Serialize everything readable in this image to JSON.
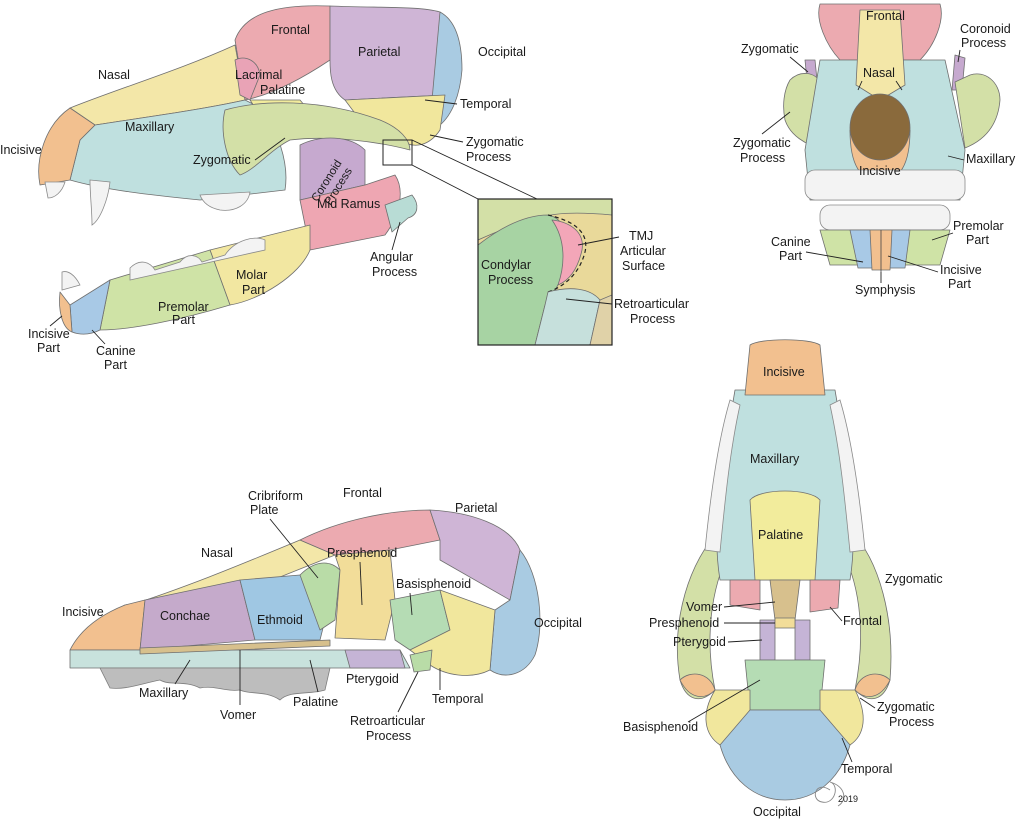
{
  "palette": {
    "incisive": "#f2c08f",
    "maxillary": "#bfe0df",
    "nasal": "#f3e7a8",
    "frontal": "#ecaab0",
    "parietal": "#cfb5d6",
    "occipital": "#a9cbe2",
    "temporal": "#f1e79d",
    "zygomatic": "#d3e0a7",
    "lacrimal": "#e9a3b6",
    "palatine": "#f2ec9c",
    "coronoid": "#c6a9cf",
    "mid_ramus": "#eea6b2",
    "angular": "#b8dcd5",
    "molar_part": "#f2e7a1",
    "premolar_part": "#cfe3a6",
    "canine_part": "#a8c9e6",
    "condylar": "#a7d3a3",
    "tmj": "#f3a6b8",
    "retroarticular": "#c6e0dc",
    "conchae": "#c5aacb",
    "ethmoid": "#9fc7e3",
    "presphenoid": "#f2dd99",
    "basisphenoid": "#b5dcb4",
    "pterygoid": "#c5b4d6",
    "vomer": "#d7c08d",
    "cribriform": "#b9dca7",
    "teeth": "#f3f3f3",
    "bone_grey": "#bdbdbd"
  },
  "lateral": {
    "nasal": "Nasal",
    "frontal": "Frontal",
    "parietal": "Parietal",
    "occipital": "Occipital",
    "lacrimal": "Lacrimal",
    "palatine": "Palatine",
    "temporal": "Temporal",
    "incisive": "Incisive",
    "maxillary": "Maxillary",
    "zygomatic": "Zygomatic",
    "zygomatic_process": [
      "Zygomatic",
      "Process"
    ],
    "coronoid_process": [
      "Coronoid",
      "Process"
    ],
    "mid_ramus": "Mid Ramus",
    "angular_process": [
      "Angular",
      "Process"
    ],
    "molar_part": [
      "Molar",
      "Part"
    ],
    "premolar_part": [
      "Premolar",
      "Part"
    ],
    "incisive_part": [
      "Incisive",
      "Part"
    ],
    "canine_part": [
      "Canine",
      "Part"
    ]
  },
  "inset": {
    "condylar_process": [
      "Condylar",
      "Process"
    ],
    "tmj": [
      "TMJ",
      "Articular",
      "Surface"
    ],
    "retroarticular": [
      "Retroarticular",
      "Process"
    ]
  },
  "frontal_view": {
    "frontal": "Frontal",
    "coronoid_process": [
      "Coronoid",
      "Process"
    ],
    "zygomatic": "Zygomatic",
    "nasal": "Nasal",
    "zygomatic_process": [
      "Zygomatic",
      "Process"
    ],
    "maxillary": "Maxillary",
    "incisive": "Incisive",
    "premolar_part": [
      "Premolar",
      "Part"
    ],
    "canine_part": [
      "Canine",
      "Part"
    ],
    "incisive_part": [
      "Incisive",
      "Part"
    ],
    "symphysis": "Symphysis"
  },
  "sagittal": {
    "cribriform": [
      "Cribriform",
      "Plate"
    ],
    "frontal": "Frontal",
    "parietal": "Parietal",
    "nasal": "Nasal",
    "presphenoid": "Presphenoid",
    "basisphenoid": "Basisphenoid",
    "incisive": "Incisive",
    "conchae": "Conchae",
    "ethmoid": "Ethmoid",
    "occipital": "Occipital",
    "maxillary": "Maxillary",
    "vomer": "Vomer",
    "palatine": "Palatine",
    "pterygoid": "Pterygoid",
    "temporal": "Temporal",
    "retroarticular": [
      "Retroarticular",
      "Process"
    ]
  },
  "ventral": {
    "incisive": "Incisive",
    "maxillary": "Maxillary",
    "palatine": "Palatine",
    "zygomatic": "Zygomatic",
    "vomer": "Vomer",
    "presphenoid": "Presphenoid",
    "frontal": "Frontal",
    "pterygoid": "Pterygoid",
    "basisphenoid": "Basisphenoid",
    "zygomatic_process": [
      "Zygomatic",
      "Process"
    ],
    "temporal": "Temporal",
    "occipital": "Occipital"
  },
  "signature": "2019"
}
